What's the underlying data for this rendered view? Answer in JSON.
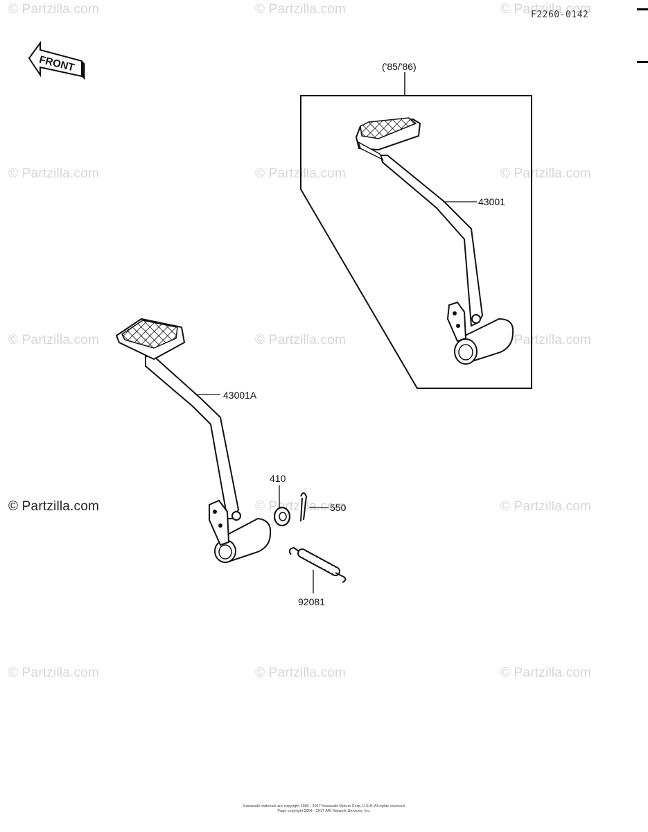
{
  "watermark": "© Partzilla.com",
  "diagram_code": "F2260-0142",
  "front_label": "FRONT",
  "inset_label": "('85/'86)",
  "parts": {
    "p43001": "43001",
    "p43001A": "43001A",
    "p410": "410",
    "p550": "550",
    "p92081": "92081"
  },
  "footer": {
    "line1": "Kawasaki materials are copyright 1980 - 2017 Kawasaki Motors Corp, U.S.A. All rights reserved",
    "line2": "Page copyright 2004 - 2017 ARI Network Services, Inc."
  }
}
